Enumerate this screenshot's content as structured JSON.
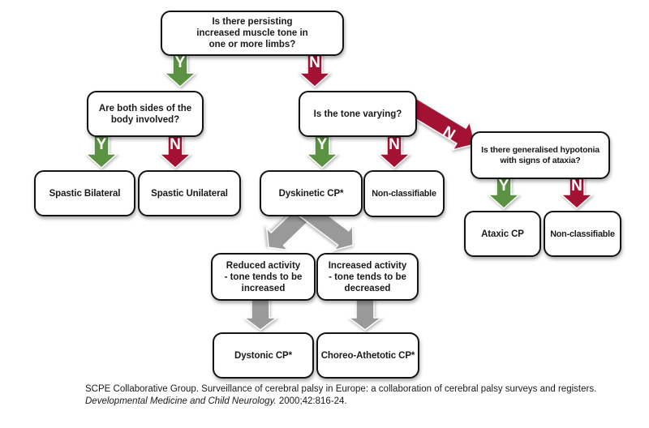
{
  "colors": {
    "yellow": "#EAC73F",
    "green": "#5B9142",
    "red": "#A31133",
    "gray": "#999999"
  },
  "labels": {
    "yes": "Y",
    "no": "N"
  },
  "nodes": {
    "q_tone": {
      "text": "Is there persisting\nincreased muscle tone in\none or more limbs?"
    },
    "q_sides": {
      "text": "Are both sides of the\nbody involved?"
    },
    "q_varying": {
      "text": "Is the tone varying?"
    },
    "q_hypotonia": {
      "text": "Is there generalised hypotonia\nwith signs of ataxia?"
    },
    "q_reduced": {
      "text": "Reduced activity\n- tone tends to be\nincreased"
    },
    "q_increased": {
      "text": "Increased activity\n- tone tends to be\ndecreased"
    },
    "spastic_bilateral": {
      "text": "Spastic Bilateral"
    },
    "spastic_unilateral": {
      "text": "Spastic Unilateral"
    },
    "dyskinetic": {
      "text": "Dyskinetic CP*"
    },
    "non_classifiable_mid": {
      "text": "Non-classifiable"
    },
    "ataxic": {
      "text": "Ataxic CP"
    },
    "non_classifiable_right": {
      "text": "Non-classifiable"
    },
    "dystonic": {
      "text": "Dystonic CP*"
    },
    "choreo_athetotic": {
      "text": "Choreo-Athetotic CP*"
    }
  },
  "citation": {
    "line1": "SCPE Collaborative Group. Surveillance of cerebral palsy in Europe: a collaboration of cerebral palsy surveys and registers.",
    "journal": "Developmental Medicine and Child Neurology.",
    "ref": " 2000;42:816-24."
  }
}
